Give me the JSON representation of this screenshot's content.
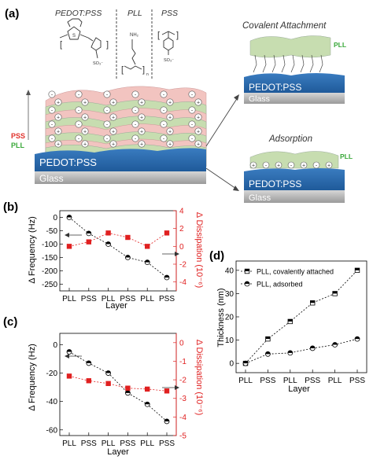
{
  "panel_a": {
    "label": "(a)",
    "headers": [
      "PEDOT:PSS",
      "PLL",
      "PSS"
    ],
    "sulfonate": "SO₃⁻",
    "amine": "NH₂",
    "subscript_n": "n",
    "side_labels": {
      "pss": "PSS",
      "pll": "PLL"
    },
    "substrate": {
      "pedot": "PEDOT:PSS",
      "glass": "Glass"
    },
    "covalent": {
      "title": "Covalent Attachment",
      "pll": "PLL",
      "pedot": "PEDOT:PSS",
      "glass": "Glass"
    },
    "adsorption": {
      "title": "Adsorption",
      "pll": "PLL",
      "pedot": "PEDOT:PSS",
      "glass": "Glass"
    },
    "colors": {
      "pedot": "#2e6fb5",
      "glass": "#b4b4b4",
      "pll_layer": "#c7ddb0",
      "pss_layer": "#f2c4c0",
      "pss_text": "#e0302a",
      "pll_text": "#3aa83a"
    }
  },
  "chart_data": [
    {
      "id": "b",
      "label": "(b)",
      "type": "line",
      "categories": [
        "PLL",
        "PSS",
        "PLL",
        "PSS",
        "PLL",
        "PSS"
      ],
      "xlabel": "Layer",
      "ylabel": "Δ Frequency (Hz)",
      "y2label": "Δ Dissipation (10⁻⁶)",
      "ylim": [
        -275,
        25
      ],
      "yticks": [
        0,
        -50,
        -100,
        -150,
        -200,
        -250
      ],
      "y2lim": [
        -5,
        4
      ],
      "y2ticks": [
        4,
        2,
        0,
        -2,
        -4
      ],
      "series": [
        {
          "axis": "left",
          "values": [
            0,
            -60,
            -100,
            -150,
            -168,
            -225
          ],
          "color": "#000000"
        },
        {
          "axis": "right",
          "values": [
            0,
            0.5,
            1.5,
            1,
            0,
            1.5
          ],
          "color": "#e02020"
        }
      ]
    },
    {
      "id": "c",
      "label": "(c)",
      "type": "line",
      "categories": [
        "PLL",
        "PSS",
        "PLL",
        "PSS",
        "PLL",
        "PSS"
      ],
      "xlabel": "Layer",
      "ylabel": "Δ Frequency (Hz)",
      "y2label": "Δ Dissipation (10⁻⁶)",
      "ylim": [
        -64,
        8
      ],
      "yticks": [
        0,
        -20,
        -40,
        -60
      ],
      "y2lim": [
        -5,
        0.5
      ],
      "y2ticks": [
        0,
        -1,
        -2,
        -3,
        -4,
        -5
      ],
      "series": [
        {
          "axis": "left",
          "values": [
            -5,
            -13,
            -20,
            -34,
            -42,
            -54
          ],
          "color": "#000000"
        },
        {
          "axis": "right",
          "values": [
            -1.8,
            -2.05,
            -2.2,
            -2.45,
            -2.5,
            -2.6
          ],
          "color": "#e02020"
        }
      ]
    },
    {
      "id": "d",
      "label": "(d)",
      "type": "line",
      "categories": [
        "PLL",
        "PSS",
        "PLL",
        "PSS",
        "PLL",
        "PSS"
      ],
      "xlabel": "Layer",
      "ylabel": "Thickness (nm)",
      "ylim": [
        -4,
        44
      ],
      "yticks": [
        0,
        10,
        20,
        30,
        40
      ],
      "legend": [
        "PLL, covalently attached",
        "PLL, adsorbed"
      ],
      "series": [
        {
          "name": "PLL, covalently attached",
          "values": [
            0,
            10.5,
            18,
            26,
            30,
            40
          ],
          "color": "#000000",
          "marker": "square"
        },
        {
          "name": "PLL, adsorbed",
          "values": [
            0,
            4,
            4.5,
            6.5,
            8,
            10.5
          ],
          "color": "#000000",
          "marker": "circle"
        }
      ]
    }
  ]
}
